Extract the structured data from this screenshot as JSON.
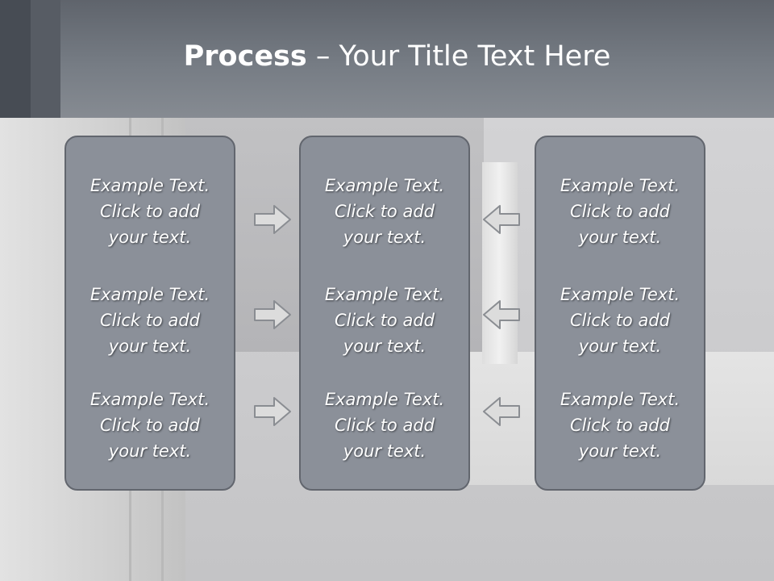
{
  "slide": {
    "title_bold": "Process",
    "title_rest": " – Your Title Text Here"
  },
  "columns": [
    {
      "items": [
        {
          "l1": "Example Text.",
          "l2": "Click  to add",
          "l3": "your text."
        },
        {
          "l1": "Example Text.",
          "l2": "Click  to add",
          "l3": "your text."
        },
        {
          "l1": "Example Text.",
          "l2": "Click  to add",
          "l3": "your text."
        }
      ]
    },
    {
      "items": [
        {
          "l1": "Example Text.",
          "l2": "Click  to add",
          "l3": "your text."
        },
        {
          "l1": "Example Text.",
          "l2": "Click  to add",
          "l3": "your text."
        },
        {
          "l1": "Example Text.",
          "l2": "Click  to add",
          "l3": "your text."
        }
      ]
    },
    {
      "items": [
        {
          "l1": "Example Text.",
          "l2": "Click  to add",
          "l3": "your text."
        },
        {
          "l1": "Example Text.",
          "l2": "Click  to add",
          "l3": "your text."
        },
        {
          "l1": "Example Text.",
          "l2": "Click  to add",
          "l3": "your text."
        }
      ]
    }
  ],
  "arrows": {
    "left_group": "right-arrow-icon",
    "right_group": "left-arrow-icon"
  },
  "colors": {
    "header": "#767c84",
    "box_fill": "#8b9099",
    "box_border": "#62666e",
    "text": "#ffffff"
  }
}
